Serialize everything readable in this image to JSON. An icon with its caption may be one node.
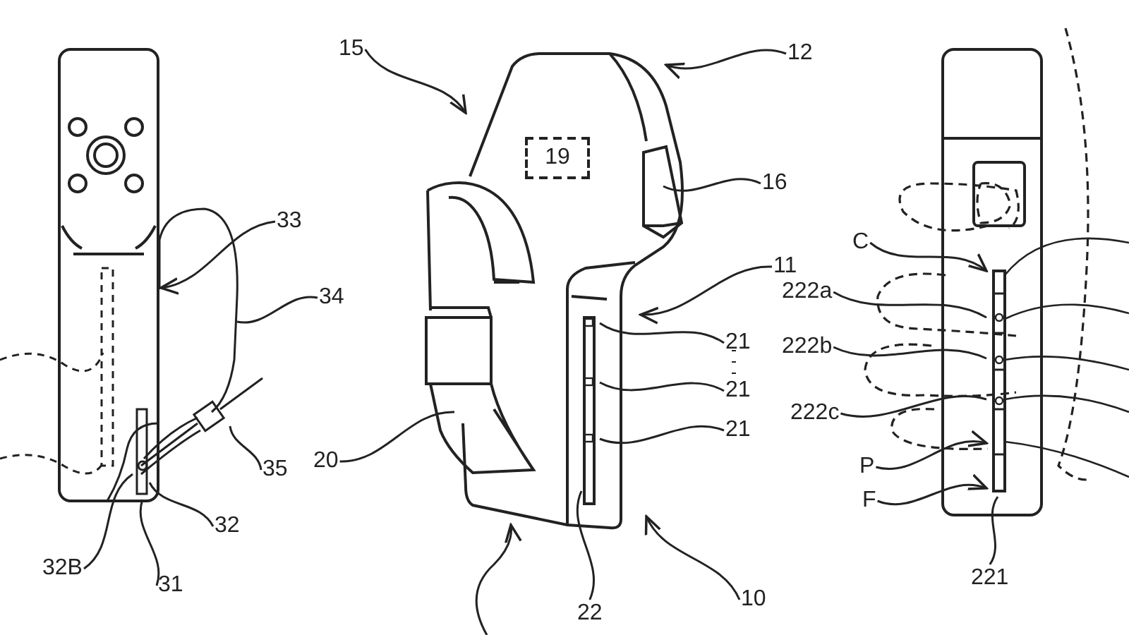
{
  "diagram": {
    "nodes": [
      {
        "text": [
          "33"
        ]
      },
      {
        "text": [
          "34"
        ]
      },
      {
        "text": [
          "35"
        ]
      },
      {
        "text": [
          "32"
        ]
      },
      {
        "text": [
          "32B"
        ]
      },
      {
        "text": [
          "31"
        ]
      },
      {
        "text": [
          "15"
        ]
      },
      {
        "text": [
          "12"
        ]
      },
      {
        "text": [
          "19"
        ]
      },
      {
        "text": [
          "16"
        ]
      },
      {
        "text": [
          "11"
        ]
      },
      {
        "text": [
          "21"
        ]
      },
      {
        "text": [
          "21"
        ]
      },
      {
        "text": [
          "21"
        ]
      },
      {
        "text": [
          "20"
        ]
      },
      {
        "text": [
          "22"
        ]
      },
      {
        "text": [
          "10"
        ]
      },
      {
        "text": [
          "C"
        ]
      },
      {
        "text": [
          "222a"
        ]
      },
      {
        "text": [
          "222b"
        ]
      },
      {
        "text": [
          "222c"
        ]
      },
      {
        "text": [
          "P"
        ]
      },
      {
        "text": [
          "F"
        ]
      },
      {
        "text": [
          "221"
        ]
      }
    ],
    "edges": [
      {
        "from": 0,
        "to": null,
        "arrow": "to"
      },
      {
        "from": 1,
        "to": null,
        "arrow": "none"
      },
      {
        "from": 2,
        "to": null,
        "arrow": "none"
      },
      {
        "from": 3,
        "to": null,
        "arrow": "none"
      },
      {
        "from": 4,
        "to": null,
        "arrow": "none"
      },
      {
        "from": 5,
        "to": null,
        "arrow": "none"
      },
      {
        "from": 6,
        "to": null,
        "arrow": "to"
      },
      {
        "from": 7,
        "to": null,
        "arrow": "to"
      },
      {
        "from": 9,
        "to": null,
        "arrow": "none"
      },
      {
        "from": 10,
        "to": null,
        "arrow": "to"
      },
      {
        "from": 11,
        "to": null,
        "arrow": "none"
      },
      {
        "from": 12,
        "to": null,
        "arrow": "none"
      },
      {
        "from": 13,
        "to": null,
        "arrow": "none"
      },
      {
        "from": 14,
        "to": null,
        "arrow": "none"
      },
      {
        "from": 15,
        "to": null,
        "arrow": "none"
      },
      {
        "from": 16,
        "to": null,
        "arrow": "to"
      },
      {
        "from": 17,
        "to": null,
        "arrow": "to"
      },
      {
        "from": 18,
        "to": null,
        "arrow": "none"
      },
      {
        "from": 19,
        "to": null,
        "arrow": "none"
      },
      {
        "from": 20,
        "to": null,
        "arrow": "none"
      },
      {
        "from": 21,
        "to": null,
        "arrow": "to"
      },
      {
        "from": 22,
        "to": null,
        "arrow": "to"
      },
      {
        "from": 23,
        "to": null,
        "arrow": "none"
      }
    ]
  }
}
